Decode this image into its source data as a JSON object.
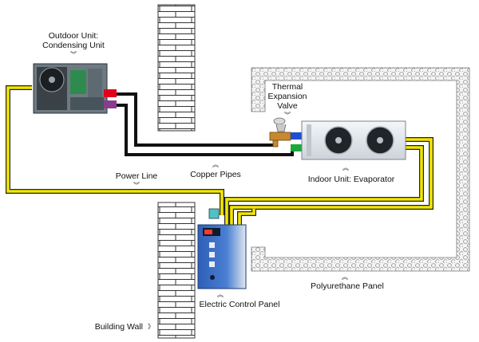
{
  "labels": {
    "outdoor_unit": "Outdoor Unit:",
    "condensing_unit": "Condensing Unit",
    "thermal": "Thermal",
    "expansion": "Expansion",
    "valve": "Valve",
    "power_line": "Power Line",
    "copper_pipes": "Copper Pipes",
    "indoor_unit": "Indoor Unit:  Evaporator",
    "polyurethane_panel": "Polyurethane Panel",
    "electric_control_panel": "Electric Control Panel",
    "building_wall": "Building Wall"
  },
  "markers": {
    "down": "︾",
    "up": "︽",
    "right": "》"
  },
  "colors": {
    "power_line": "#f2e600",
    "pipe": "#111111",
    "pipe_red": "#e2001a",
    "pipe_purple": "#8a3c8c",
    "pipe_blue": "#1f4fd0",
    "pipe_green": "#1aa83a",
    "connector_cyan": "#4fc3c3",
    "panel_blue": "#3d6fc4",
    "wall_line": "#333333"
  }
}
